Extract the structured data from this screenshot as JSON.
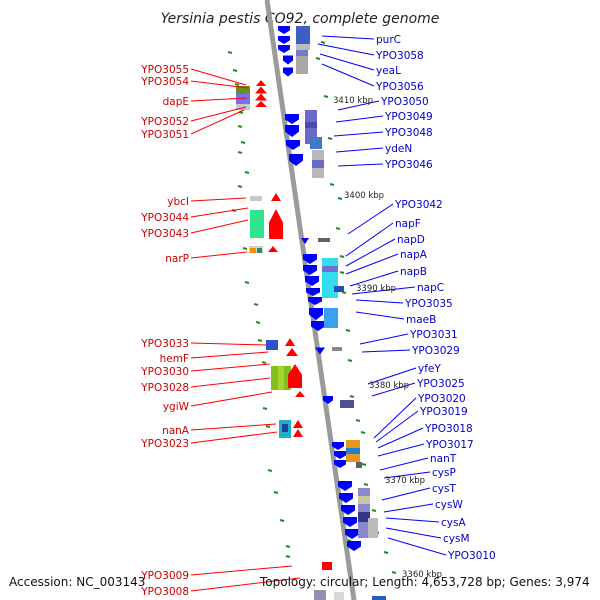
{
  "title": "Yersinia pestis CO92, complete genome",
  "footer": {
    "accession": "Accession: NC_003143",
    "summary": "Topology: circular; Length: 4,653,728 bp; Genes: 3,974"
  },
  "colors": {
    "forward_strand": "#ff0000",
    "reverse_strand": "#0000ff",
    "backbone": "#999999",
    "tick": "#228b22"
  },
  "kbp_labels": [
    "3410 kbp",
    "3400 kbp",
    "3390 kbp",
    "3380 kbp",
    "3370 kbp",
    "3360 kbp"
  ],
  "left_labels": [
    "YPO3055",
    "YPO3054",
    "dapE",
    "YPO3052",
    "YPO3051",
    "ybcI",
    "YPO3044",
    "YPO3043",
    "narP",
    "YPO3033",
    "hemF",
    "YPO3030",
    "YPO3028",
    "ygiW",
    "nanA",
    "YPO3023",
    "YPO3009",
    "YPO3008"
  ],
  "right_labels": [
    "purC",
    "YPO3058",
    "yeaL",
    "YPO3056",
    "YPO3050",
    "YPO3049",
    "YPO3048",
    "ydeN",
    "YPO3046",
    "YPO3042",
    "napF",
    "napD",
    "napA",
    "napB",
    "napC",
    "YPO3035",
    "maeB",
    "YPO3031",
    "YPO3029",
    "yfeY",
    "YPO3025",
    "YPO3020",
    "YPO3019",
    "YPO3018",
    "YPO3017",
    "nanT",
    "cysP",
    "cysT",
    "cysW",
    "cysA",
    "cysM",
    "YPO3010"
  ]
}
